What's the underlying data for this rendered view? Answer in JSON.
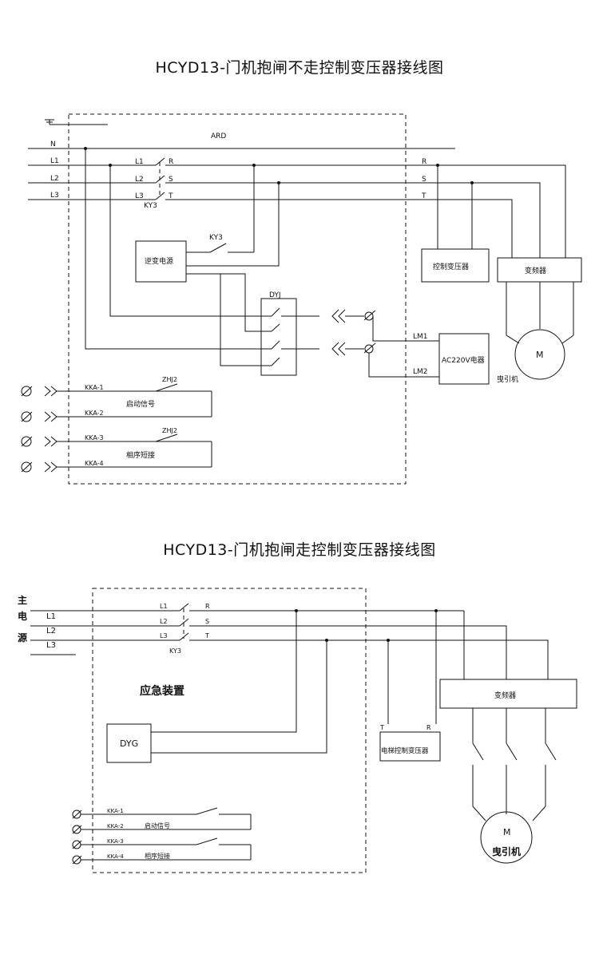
{
  "diagram1": {
    "title": "HCYD13-门机抱闸不走控制变压器接线图",
    "ground_label": "",
    "lines": {
      "n": "N",
      "l1": "L1",
      "l2": "L2",
      "l3": "L3"
    },
    "ard": "ARD",
    "ky3_contacts": {
      "l1": "L1",
      "l2": "L2",
      "l3": "L3",
      "r": "R",
      "s": "S",
      "t": "T",
      "name": "KY3"
    },
    "out_rst": {
      "r": "R",
      "s": "S",
      "t": "T"
    },
    "inverter": "逆变电源",
    "ky3_inv": "KY3",
    "dyj": "DYJ",
    "control_transformer": "控制变压器",
    "vfd": "变频器",
    "lm1": "LM1",
    "lm2": "LM2",
    "ac220": "AC220V电器",
    "motor_m": "M",
    "motor_label": "曳引机",
    "kka1": "KKA-1",
    "kka2": "KKA-2",
    "kka3": "KKA-3",
    "kka4": "KKA-4",
    "zhj2a": "ZHJ2",
    "zhj2b": "ZHJ2",
    "start_signal": "启动信号",
    "phase_short": "相序短接"
  },
  "diagram2": {
    "title": "HCYD13-门机抱闸走控制变压器接线图",
    "main_power": [
      "主",
      "电",
      "源"
    ],
    "lines": {
      "l1": "L1",
      "l2": "L2",
      "l3": "L3"
    },
    "ky3_contacts": {
      "l1": "L1",
      "l2": "L2",
      "l3": "L3",
      "r": "R",
      "s": "S",
      "t": "T",
      "name": "KY3"
    },
    "emergency": "应急装置",
    "dyg": "DYG",
    "vfd": "变频器",
    "t": "T",
    "r": "R",
    "elevator_transformer": "电梯控制变压器",
    "motor_m": "M",
    "motor_label": "曳引机",
    "kka1": "KKA-1",
    "kka2": "KKA-2",
    "kka3": "KKA-3",
    "kka4": "KKA-4",
    "start_signal": "启动信号",
    "phase_short": "相序短接"
  }
}
